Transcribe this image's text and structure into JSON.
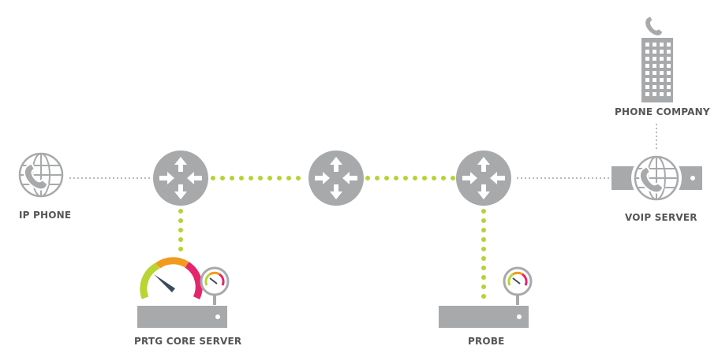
{
  "labels": {
    "ip_phone": "IP PHONE",
    "phone_company": "PHONE COMPANY",
    "voip_server": "VOIP SERVER",
    "prtg_core_server": "PRTG CORE SERVER",
    "probe": "PROBE"
  },
  "colors": {
    "device_gray": "#a7a9ab",
    "link_green": "#b5d334",
    "link_gray": "#b9b9b9",
    "text": "#555555",
    "gauge_green": "#b9d433",
    "gauge_orange": "#f29a1f",
    "gauge_red": "#e5256b",
    "needle": "#3a4b5c"
  },
  "icons": {
    "router": "router-icon",
    "ip_phone": "globe-phone-icon",
    "building": "building-icon",
    "gauge": "gauge-icon"
  }
}
